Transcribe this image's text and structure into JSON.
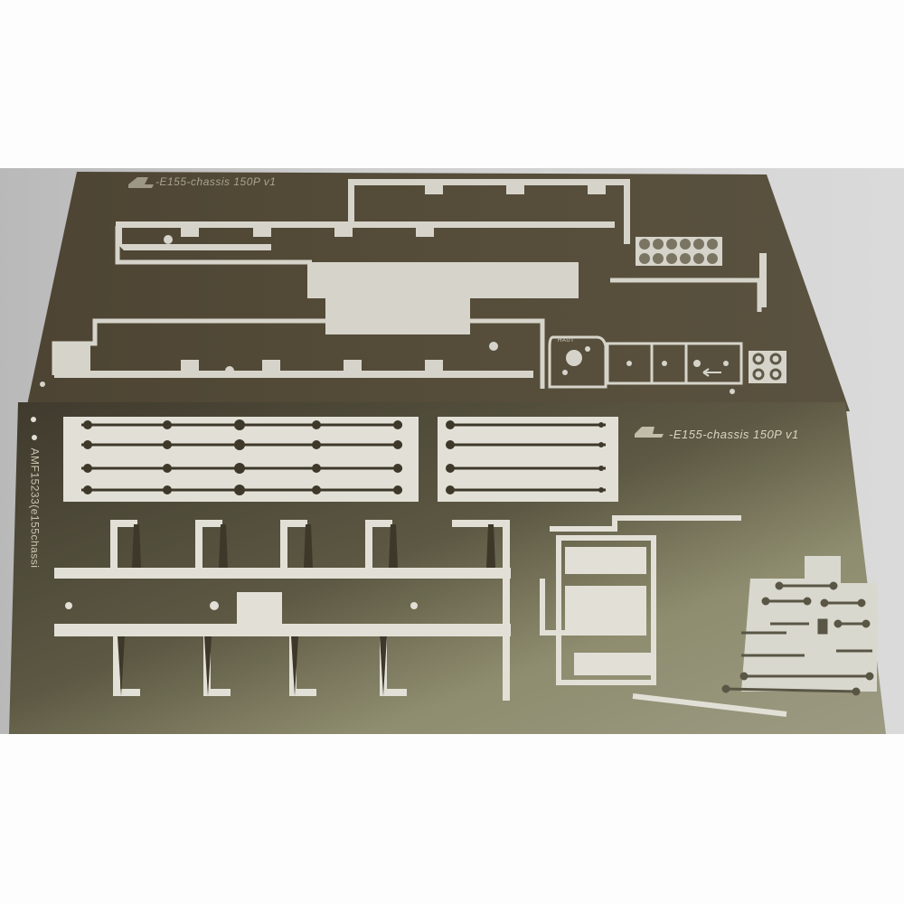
{
  "photo": {
    "subject": "Photo-etched metal fret sheets",
    "sheets": [
      {
        "id": "upper",
        "label": "-E155-chassis 150P v1",
        "markings": [
          "HAUT"
        ]
      },
      {
        "id": "lower",
        "label": "-E155-chassis 150P v1",
        "side_code": "AMF15233(e155chassi"
      }
    ],
    "colors": {
      "metal_dark": "#4a4332",
      "metal_light": "#8c8a6c",
      "cutout": "#d9d7cf",
      "background": "#fdfdfd",
      "surface": "#c8c8c8"
    }
  }
}
